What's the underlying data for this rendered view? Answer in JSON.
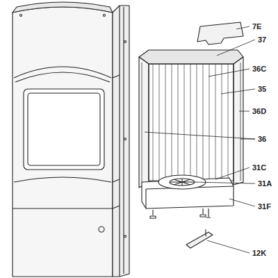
{
  "diagram": {
    "labels": [
      "7E",
      "37",
      "36C",
      "35",
      "36D",
      "36",
      "31C",
      "31A",
      "31F",
      "12K"
    ]
  }
}
